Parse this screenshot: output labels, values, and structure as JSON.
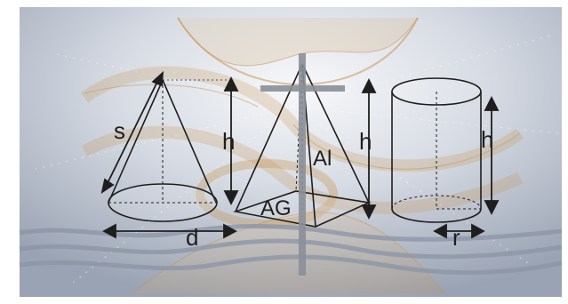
{
  "labels": {
    "cone_slant": "s",
    "cone_height": "h",
    "cone_diameter": "d",
    "pyramid_height": "h",
    "pyramid_lateral_area": "Al",
    "pyramid_base_area": "AG",
    "cylinder_height": "h",
    "cylinder_radius": "r"
  },
  "colors": {
    "background_light": "#eef1f5",
    "background_mid": "#a9b1bf",
    "ribbon": "#d8a865",
    "wave": "#8a94a6",
    "line": "#1e1e1e",
    "cross": "#8a8f98"
  }
}
